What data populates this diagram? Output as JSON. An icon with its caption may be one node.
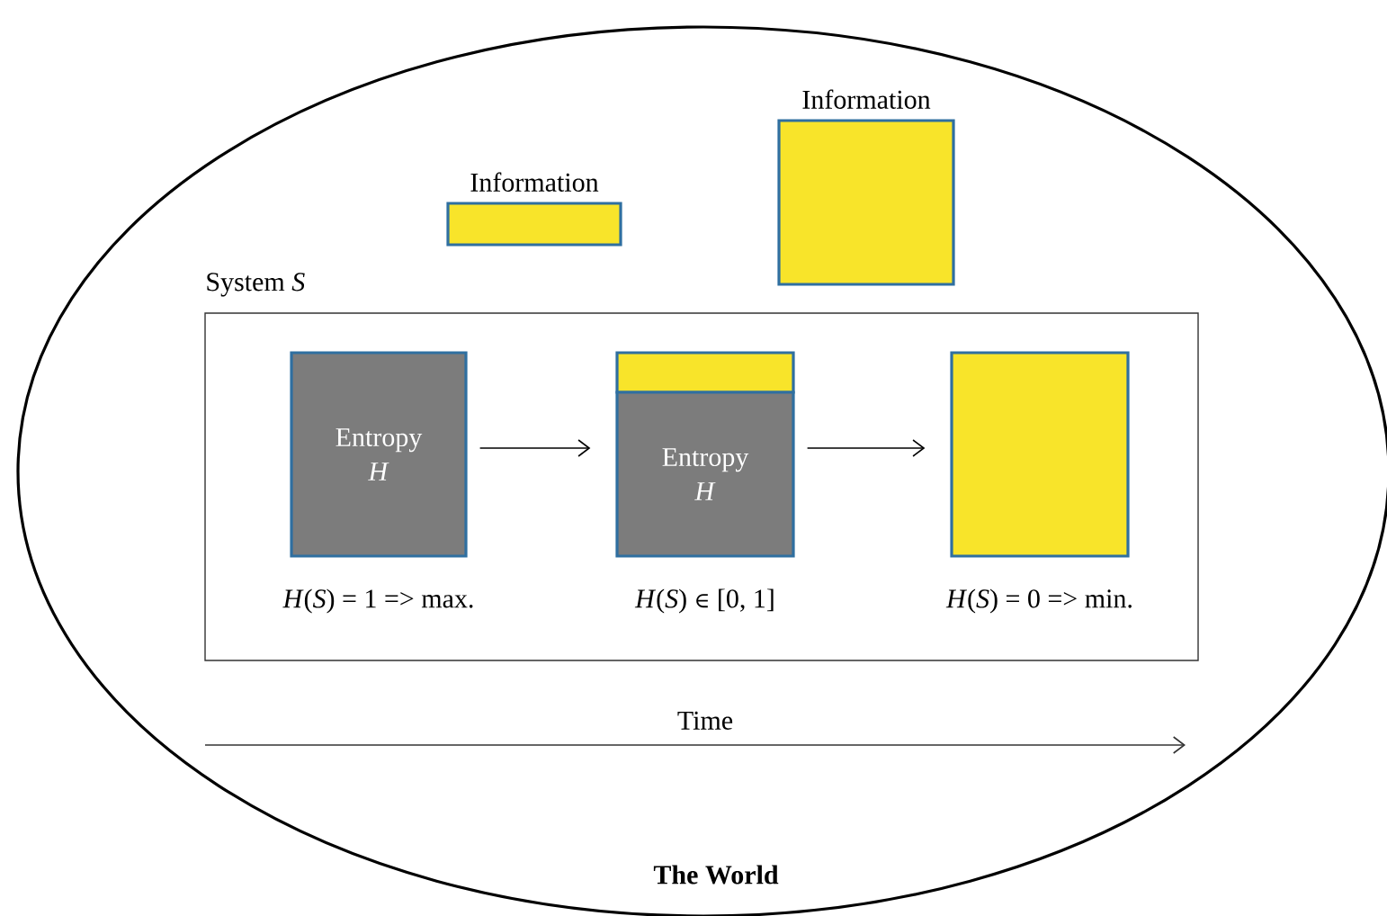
{
  "diagram": {
    "nodes": [
      {
        "text": [
          "The World"
        ]
      },
      {
        "text": [
          "Information"
        ],
        "in": 0
      },
      {
        "text": [
          "Information"
        ],
        "in": 0
      },
      {
        "text": [
          "System *S*"
        ],
        "in": 0
      },
      {
        "text": [
          "Entropy *H*"
        ],
        "in": 3,
        "beside": [
          "*H*(*S*) = 1 => max."
        ]
      },
      {
        "text": [
          "Entropy *H*"
        ],
        "in": 3,
        "beside": [
          "*H*(*S*) ∈ [0, 1]"
        ]
      },
      {
        "text": [],
        "shape": "box",
        "in": 3,
        "beside": [
          "*H*(*S*) = 0 => min."
        ]
      }
    ],
    "edges": [
      {
        "from": 4,
        "to": 5,
        "arrow": "to"
      },
      {
        "from": 5,
        "to": 6,
        "arrow": "to"
      }
    ],
    "labels": [
      "Time"
    ]
  }
}
